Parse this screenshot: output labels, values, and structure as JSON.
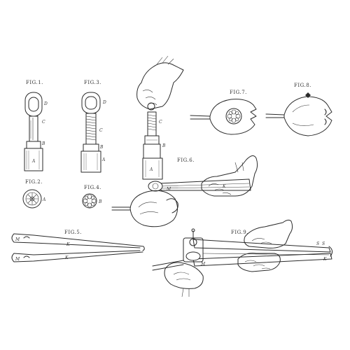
{
  "figures": {
    "fig1": "FIG.1.",
    "fig2": "FIG.2.",
    "fig3": "FIG.3.",
    "fig4": "FIG.4.",
    "fig5": "FIG.5.",
    "fig6": "FIG.6.",
    "fig7": "FIG.7.",
    "fig8": "FIG.8.",
    "fig9": "FIG.9."
  },
  "letters": {
    "fig1_d": "D",
    "fig1_c": "C",
    "fig1_b": "B",
    "fig1_a": "A",
    "fig2_a": "A",
    "fig3_d": "D",
    "fig3_c": "C",
    "fig3_b": "B",
    "fig3_a": "A",
    "fig4_b": "B",
    "fig5_m1": "M",
    "fig5_m2": "M",
    "fig5_k1": "K",
    "fig5_k2": "K",
    "fig6_c": "C",
    "fig6_b": "B",
    "fig6_a": "A",
    "fig6_m": "M",
    "fig6_k": "K",
    "fig9_m": "M",
    "fig9_k": "K",
    "fig9_s1": "S",
    "fig9_s2": "S"
  }
}
